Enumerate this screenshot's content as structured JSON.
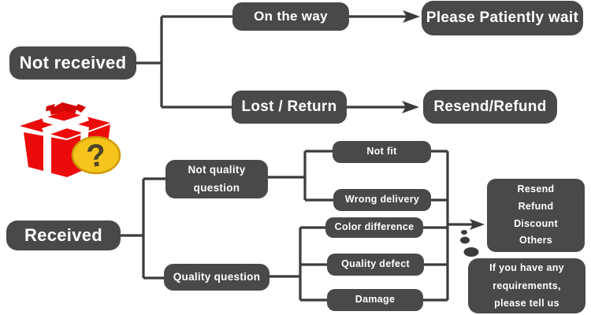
{
  "diagram": {
    "description": "After-sale service flowchart for a shipped gift/parcel",
    "colors": {
      "node_fill": "#494949",
      "node_text": "#ffffff",
      "line": "#3b3b3b",
      "gift_red": "#ec0b0b",
      "gift_ribbon": "#ffffff",
      "badge_yellow": "#f6c41c",
      "badge_border": "#cf9b05",
      "question_mark_color": "#4c4428",
      "background": "#ffffff"
    },
    "icons": {
      "gift": "gift-box-with-question-mark",
      "question_mark": "?"
    },
    "nodes": {
      "not_received": {
        "label": "Not received"
      },
      "on_the_way": {
        "label": "On the way"
      },
      "please_wait": {
        "label": "Please Patiently wait"
      },
      "lost_return": {
        "label": "Lost / Return"
      },
      "resend_refund": {
        "label": "Resend/Refund"
      },
      "received": {
        "label": "Received"
      },
      "not_quality": {
        "lines": [
          "Not quality",
          "question"
        ]
      },
      "quality_question": {
        "label": "Quality question"
      },
      "not_fit": {
        "label": "Not fit"
      },
      "wrong_delivery": {
        "label": "Wrong delivery"
      },
      "color_difference": {
        "label": "Color difference"
      },
      "quality_defect": {
        "label": "Quality defect"
      },
      "damage": {
        "label": "Damage"
      },
      "outcome": {
        "lines": [
          "Resend",
          "Refund",
          "Discount",
          "Others"
        ]
      },
      "requirements": {
        "lines": [
          "If you have any",
          "requirements,",
          "please tell us"
        ]
      }
    },
    "edges": [
      {
        "from": "not_received",
        "to": "on_the_way"
      },
      {
        "from": "not_received",
        "to": "lost_return"
      },
      {
        "from": "on_the_way",
        "to": "please_wait",
        "arrow": true
      },
      {
        "from": "lost_return",
        "to": "resend_refund",
        "arrow": true
      },
      {
        "from": "received",
        "to": "not_quality"
      },
      {
        "from": "received",
        "to": "quality_question"
      },
      {
        "from": "not_quality",
        "to": "not_fit"
      },
      {
        "from": "not_quality",
        "to": "wrong_delivery"
      },
      {
        "from": "quality_question",
        "to": "color_difference"
      },
      {
        "from": "quality_question",
        "to": "quality_defect"
      },
      {
        "from": "quality_question",
        "to": "damage"
      },
      {
        "from": "not_fit + wrong_delivery + color_difference + quality_defect + damage",
        "to": "outcome",
        "arrow": true
      },
      {
        "from": "outcome",
        "to": "requirements",
        "style": "thought-dots"
      }
    ]
  }
}
